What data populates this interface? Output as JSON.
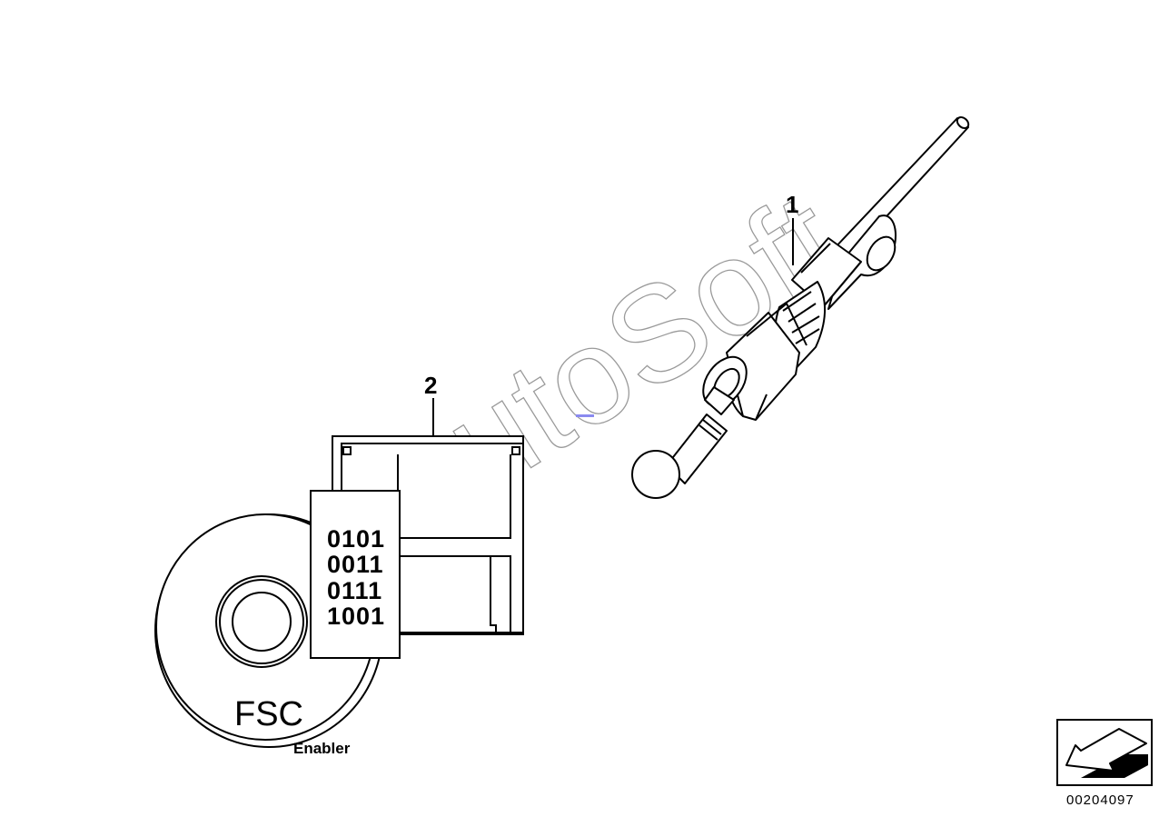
{
  "callouts": {
    "part1": "1",
    "part2": "2"
  },
  "card": {
    "lines": [
      "0101",
      "0011",
      "0111",
      "1001"
    ]
  },
  "disc": {
    "label": "FSC",
    "caption": "Enabler"
  },
  "watermark": "AutoSoft",
  "diagram_number": "00204097",
  "colors": {
    "line": "#000000",
    "background": "#ffffff",
    "watermark": "#9a9a9a",
    "marker": "#8a8af0"
  },
  "icons": {
    "navigation": "back-arrow-icon"
  }
}
